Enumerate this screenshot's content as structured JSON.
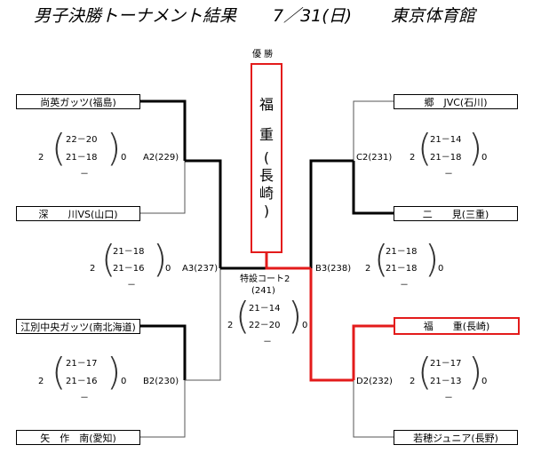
{
  "header": {
    "title_left": "男子決勝トーナメント結果",
    "title_date": "7／31(日)",
    "title_venue": "東京体育館"
  },
  "champion": {
    "label": "優 勝",
    "name_chars": [
      "福",
      "重",
      "(",
      "長",
      "崎",
      ")"
    ]
  },
  "teams": {
    "left_top": "尚英ガッツ(福島)",
    "left_2": "深　　川VS(山口)",
    "left_3": "江別中央ガッツ(南北海道)",
    "left_bottom": "矢　作　南(愛知)",
    "right_top": "郷　JVC(石川)",
    "right_2": "二　　見(三重)",
    "right_3": "福　　重(長崎)",
    "right_bottom": "若穂ジュニア(長野)"
  },
  "matches": {
    "a2": {
      "code": "A2(229)",
      "left": "2",
      "right": "0",
      "sets": [
        "22－20",
        "21－18",
        "－"
      ]
    },
    "b2": {
      "code": "B2(230)",
      "left": "2",
      "right": "0",
      "sets": [
        "21－17",
        "21－16",
        "－"
      ]
    },
    "a3": {
      "code": "A3(237)",
      "left": "2",
      "right": "0",
      "sets": [
        "21－18",
        "21－16",
        "－"
      ]
    },
    "c2": {
      "code": "C2(231)",
      "left": "2",
      "right": "0",
      "sets": [
        "21－14",
        "21－18",
        "－"
      ]
    },
    "d2": {
      "code": "D2(232)",
      "left": "2",
      "right": "0",
      "sets": [
        "21－17",
        "21－13",
        "－"
      ]
    },
    "b3": {
      "code": "B3(238)",
      "left": "2",
      "right": "0",
      "sets": [
        "21－18",
        "21－18",
        "－"
      ]
    },
    "final": {
      "court": "特設コート2",
      "code": "(241)",
      "left": "2",
      "right": "0",
      "sets": [
        "21－14",
        "22－20",
        "－"
      ]
    }
  },
  "colors": {
    "winner_path": "#e31b1b",
    "win_line": "#000000",
    "lose_line": "#555555"
  }
}
